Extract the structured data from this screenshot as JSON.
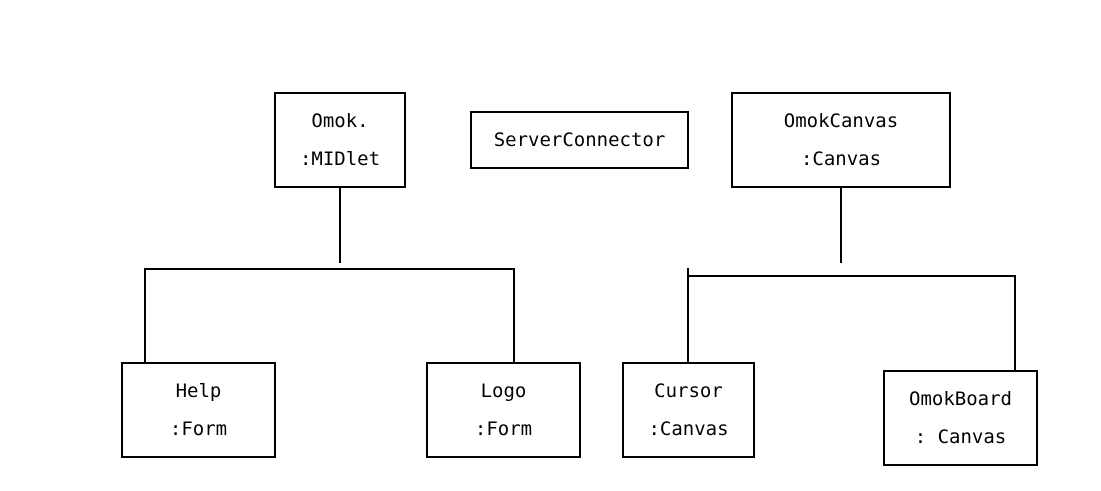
{
  "nodes": {
    "omok": {
      "name": "Omok.",
      "type": ":MIDlet"
    },
    "server_connector": {
      "name": "ServerConnector"
    },
    "omok_canvas": {
      "name": "OmokCanvas",
      "type": ":Canvas"
    },
    "help": {
      "name": "Help",
      "type": ":Form"
    },
    "logo": {
      "name": "Logo",
      "type": ":Form"
    },
    "cursor": {
      "name": "Cursor",
      "type": ":Canvas"
    },
    "omok_board": {
      "name": "OmokBoard",
      "type": ": Canvas"
    }
  },
  "colors": {
    "stroke": "#000000",
    "background": "#ffffff"
  }
}
